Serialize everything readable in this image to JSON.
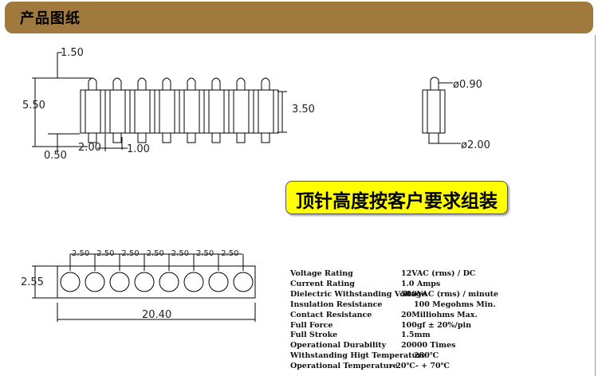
{
  "header": {
    "title": "产品图纸"
  },
  "front_view": {
    "dim_pin_tip": "1.50",
    "dim_total_height": "5.50",
    "dim_body_height": "3.50",
    "dim_bottom_offset": "0.50",
    "dim_pitch_part": "2.00",
    "dim_tail": "1.00",
    "pin_count": 8
  },
  "side_view": {
    "dim_tip_diameter": "ø0.90",
    "dim_barrel_diameter": "ø2.00"
  },
  "banner": {
    "text": "顶针高度按客户要求组装"
  },
  "bottom_view": {
    "pitch_labels": [
      "2.50",
      "2.50",
      "2.50",
      "2.50",
      "2.50",
      "2.50",
      "2.50"
    ],
    "dim_width": "2.55",
    "dim_length": "20.40"
  },
  "specs": [
    {
      "label": "Voltage Rating",
      "value": "12VAC (rms) / DC"
    },
    {
      "label": "Current Rating",
      "value": "1.0 Amps"
    },
    {
      "label": "Dielectric Withstanding Voltage",
      "value": "500VAC (rms) / minute"
    },
    {
      "label": "Insulation Resistance",
      "value": "100 Megohms Min."
    },
    {
      "label": "Contact Resistance",
      "value": "20Milliohms Max."
    },
    {
      "label": "Full Force",
      "value": "100gf ± 20%/pin"
    },
    {
      "label": "Full Stroke",
      "value": "1.5mm"
    },
    {
      "label": "Operational Durability",
      "value": "20000 Times"
    },
    {
      "label": "Withstanding Higt Temperature",
      "value": "280℃"
    },
    {
      "label": "Operational Temperature",
      "value": "- 20℃- + 70℃"
    }
  ]
}
